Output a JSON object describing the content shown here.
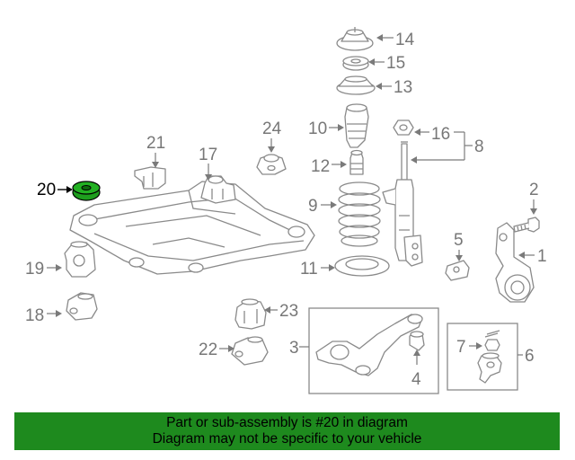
{
  "diagram": {
    "callouts": {
      "c1": "1",
      "c2": "2",
      "c3": "3",
      "c4": "4",
      "c5": "5",
      "c6": "6",
      "c7": "7",
      "c8": "8",
      "c9": "9",
      "c10": "10",
      "c11": "11",
      "c12": "12",
      "c13": "13",
      "c14": "14",
      "c15": "15",
      "c16": "16",
      "c17": "17",
      "c18": "18",
      "c19": "19",
      "c20": "20",
      "c21": "21",
      "c22": "22",
      "c23": "23",
      "c24": "24"
    },
    "highlighted_part": "20",
    "highlight_color": "#1e9e1e"
  },
  "banner": {
    "line1": "Part or sub-assembly is #20 in diagram",
    "line2": "Diagram may not be specific to your vehicle",
    "background": "#1e8a1e"
  }
}
